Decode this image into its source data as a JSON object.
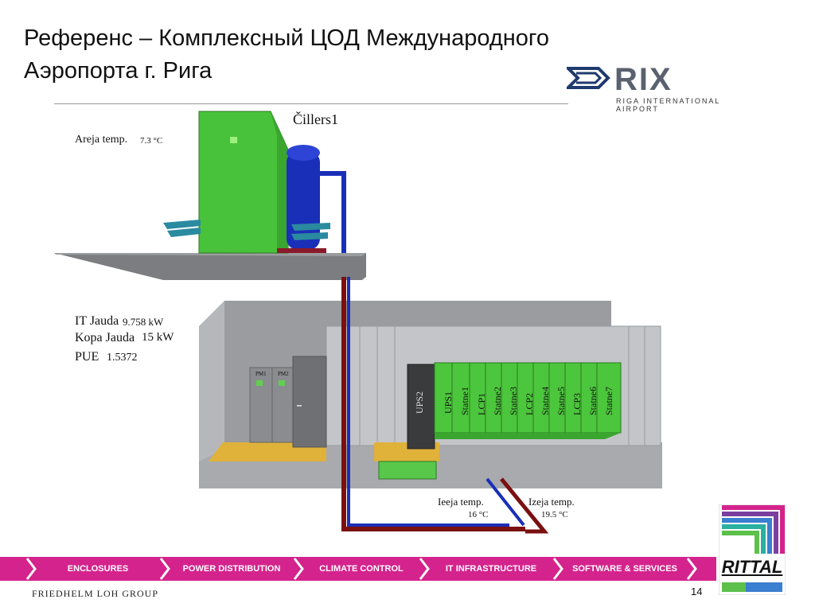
{
  "slide": {
    "title_line1": "Референс – Комплексный ЦОД Международного",
    "title_line2": "Аэропорта г. Рига",
    "page_number": "14"
  },
  "logo": {
    "brand": "RIX",
    "subtitle": "RIGA INTERNATIONAL AIRPORT"
  },
  "diagram": {
    "chiller_label": "Čillers1",
    "outdoor_temp_label": "Areja temp.",
    "outdoor_temp_value": "7.3 °C",
    "it_power_label": "IT Jauda",
    "it_power_value": "9.758 kW",
    "total_power_label": "Kopa Jauda",
    "total_power_value": "15 kW",
    "pue_label": "PUE",
    "pue_value": "1.5372",
    "inlet_temp_label": "Ieeja temp.",
    "inlet_temp_value": "16 °C",
    "outlet_temp_label": "Izeja temp.",
    "outlet_temp_value": "19.5 °C",
    "pm1": "PM1",
    "pm2": "PM2",
    "racks": [
      "UPS2",
      "UPS1",
      "Statne1",
      "LCP1",
      "Statne2",
      "Statne3",
      "LCP2",
      "Statne4",
      "Statne5",
      "LCP3",
      "Statne6",
      "Statne7"
    ]
  },
  "nav": {
    "items": [
      "ENCLOSURES",
      "POWER DISTRIBUTION",
      "CLIMATE CONTROL",
      "IT INFRASTRUCTURE",
      "SOFTWARE & SERVICES"
    ]
  },
  "footer": {
    "group": "FRIEDHELM LOH GROUP",
    "rittal": "RITTAL"
  },
  "colors": {
    "accent": "#d4238c",
    "equipment_green": "#4cc63c",
    "chiller_blue": "#1a2fb8",
    "cold_pipe": "#1a2fb8",
    "hot_pipe": "#7a1010",
    "floor_yellow": "#e0b23a"
  }
}
